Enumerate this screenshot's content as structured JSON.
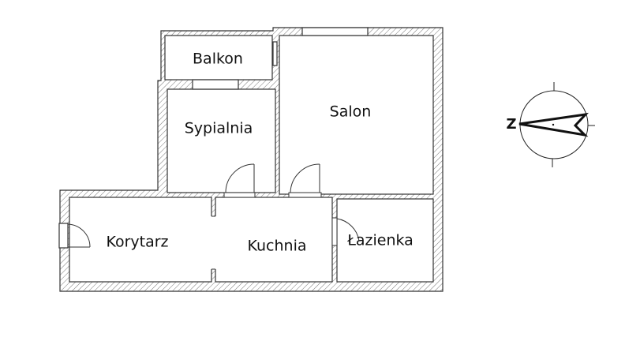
{
  "plan": {
    "rooms": {
      "balkon": "Balkon",
      "sypialnia": "Sypialnia",
      "salon": "Salon",
      "korytarz": "Korytarz",
      "kuchnia": "Kuchnia",
      "lazienka": "Łazienka"
    }
  },
  "compass": {
    "label": "Z"
  },
  "colors": {
    "wall": "#555555",
    "background": "#ffffff"
  }
}
